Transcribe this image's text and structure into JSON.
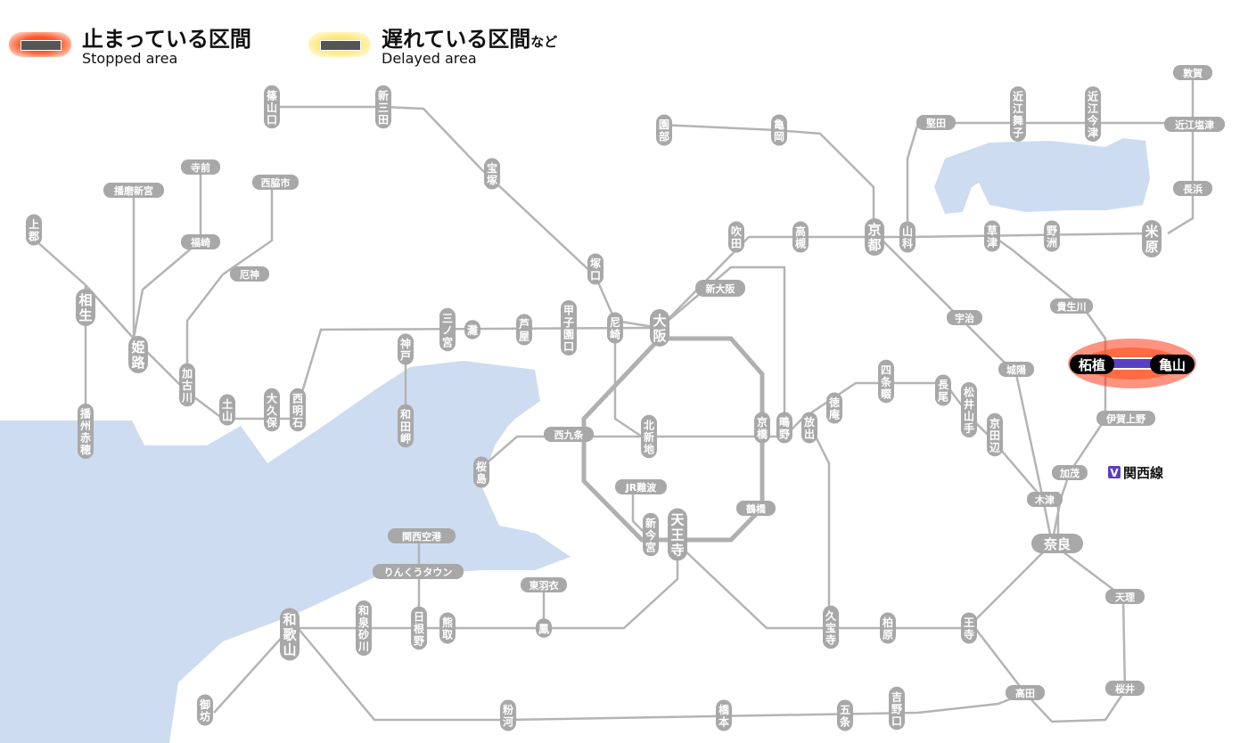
{
  "legend": {
    "stopped": {
      "ja": "止まっている区間",
      "en": "Stopped area",
      "color": "#ff3a1a"
    },
    "delayed": {
      "ja": "遅れている区間",
      "ja_suffix": "など",
      "en": "Delayed area",
      "color": "#ffe24a"
    }
  },
  "colors": {
    "water": "#cddcf0",
    "line": "#b4b4b4",
    "station": "#a8a8a8",
    "kansai_line": "#5b3fc4",
    "alert_glow": "#ff3a1a"
  },
  "line_badge": {
    "letter": "V",
    "name": "関西線"
  },
  "stations": {
    "sasayamaguchi": "篠山口",
    "shinsanda": "新三田",
    "takarazuka": "宝塚",
    "tsukaguchi": "塚口",
    "sonobe": "園部",
    "kameoka": "亀岡",
    "katata": "堅田",
    "omimaiko": "近江舞子",
    "omiimazu": "近江今津",
    "tsuruga": "敦賀",
    "omishiotsu": "近江塩津",
    "nagahama": "長浜",
    "maibara": "米原",
    "yasu": "野洲",
    "kusatsu": "草津",
    "yamashina": "山科",
    "kyoto": "京都",
    "takatsuki": "高槻",
    "suita": "吹田",
    "shinosaka": "新大阪",
    "osaka": "大阪",
    "amagasaki": "尼崎",
    "koshienguchi": "甲子園口",
    "ashiya": "芦屋",
    "nada": "灘",
    "sannomiya": "三ノ宮",
    "kobe": "神戸",
    "wadamisaki": "和田岬",
    "nishiakashi": "西明石",
    "okubo": "大久保",
    "dobo": "土山",
    "kakogawa": "加古川",
    "yakujin": "厄神",
    "nishiwakishi": "西脇市",
    "fukusaki": "福崎",
    "teramae": "寺前",
    "harimashingu": "播磨新宮",
    "kamigori": "上郡",
    "aioi": "相生",
    "himeji": "姫路",
    "banshuako": "播州赤穂",
    "nishikujo": "西九条",
    "sakurajima": "桜島",
    "kitashinchi": "北新地",
    "kyobashi": "京橋",
    "shigino": "鴫野",
    "hanaten": "放出",
    "tsurumibashi": "鶴橋",
    "jrnamba": "JR難波",
    "shinimamiya": "新今宮",
    "tennoji": "天王寺",
    "uji": "宇治",
    "joyo": "城陽",
    "kizu": "木津",
    "nara": "奈良",
    "kamo": "加茂",
    "igaueno": "伊賀上野",
    "tsuge": "柘植",
    "kameyama": "亀山",
    "kibukawa": "貴生川",
    "tenri": "天理",
    "sakurai": "桜井",
    "takada": "高田",
    "oji": "王寺",
    "kashiwara": "柏原",
    "kyuhoji": "久宝寺",
    "tokuan": "徳庵",
    "shijonawate": "四条畷",
    "nagao": "長尾",
    "matsuiyamate": "松井山手",
    "kyotanabe": "京田辺",
    "kansaiairport": "関西空港",
    "rinkutown": "りんくうタウン",
    "hineno": "日根野",
    "kumatori": "熊取",
    "izumisunagawa": "和泉砂川",
    "wakayama": "和歌山",
    "gobo": "御坊",
    "higashihagoromo": "東羽衣",
    "otori": "鳳",
    "konakawa": "粉河",
    "hashimoto": "橋本",
    "gojo": "五条",
    "yoshinoguchi": "吉野口"
  }
}
